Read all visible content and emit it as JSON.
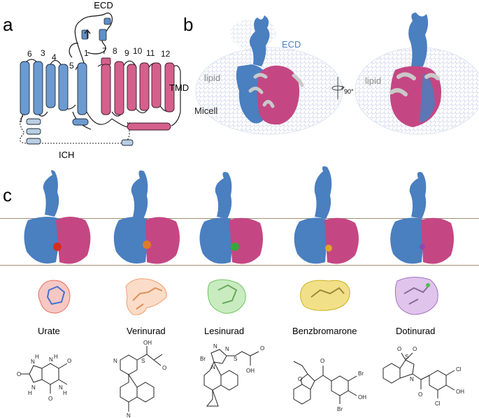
{
  "panels": {
    "a": "a",
    "b": "b",
    "c": "c"
  },
  "panel_a": {
    "ecd": "ECD",
    "tmd": "TMD",
    "ich": "ICH",
    "helix_numbers": [
      "6",
      "3",
      "4",
      "5",
      "1",
      "7",
      "8",
      "9",
      "10",
      "11",
      "12"
    ]
  },
  "panel_b": {
    "ecd": "ECD",
    "lipid_left": "lipid",
    "lipid_right": "lipid",
    "micell": "Micell",
    "rotation": "90°"
  },
  "panel_c": {
    "ligands": [
      "Urate",
      "Verinurad",
      "Lesinurad",
      "Benzbromarone",
      "Dotinurad"
    ]
  },
  "chem_labels": {
    "urate": {
      "o1": "O",
      "o2": "O",
      "o3": "O",
      "h1": "H",
      "h2": "H",
      "h3": "H",
      "h4": "H",
      "n1": "N",
      "n2": "N",
      "n3": "N",
      "n4": "N"
    },
    "verinurad": {
      "oh": "OH",
      "o": "O",
      "s": "S",
      "n_pyr": "N",
      "n_cn": "N"
    },
    "lesinurad": {
      "br": "Br",
      "n1": "N",
      "n2": "N",
      "n3": "N",
      "s": "S",
      "o": "O",
      "oh": "OH"
    },
    "benzbromarone": {
      "o1": "O",
      "o2": "O",
      "br1": "Br",
      "br2": "Br",
      "oh": "OH"
    },
    "dotinurad": {
      "o1": "O",
      "o2": "O",
      "s": "S",
      "n": "N",
      "o3": "O",
      "cl1": "Cl",
      "cl2": "Cl",
      "oh": "OH"
    }
  },
  "colors": {
    "blue": "#4a7fc0",
    "pink": "#c44783",
    "gray": "#b9b9b9",
    "mesh": "#dfe4f0",
    "line": "#a09070"
  }
}
